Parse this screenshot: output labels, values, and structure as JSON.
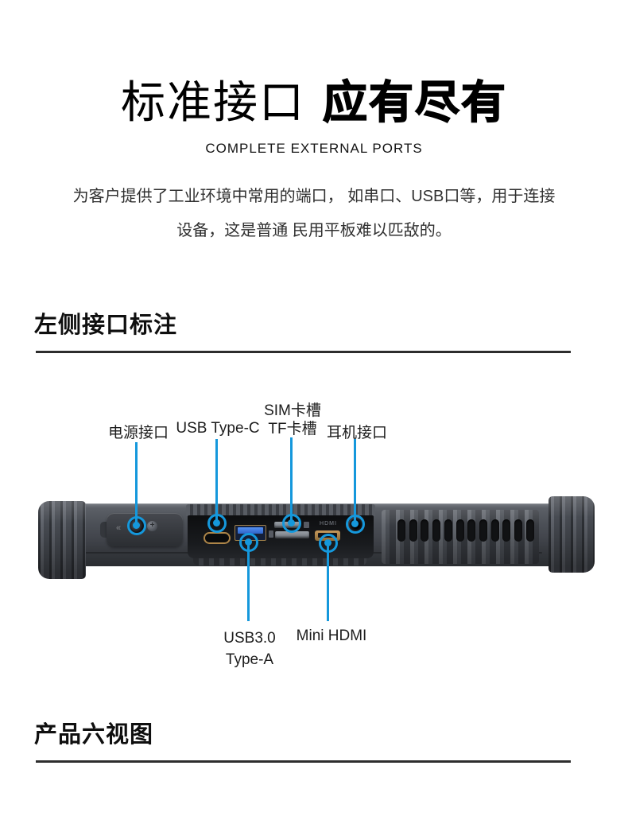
{
  "colors": {
    "accent": "#1598dc",
    "divider": "#2d2d2d",
    "heading_text": "#0f0f0f"
  },
  "hero": {
    "title_light": "标准接口",
    "title_bold": "应有尽有",
    "subtitle": "COMPLETE EXTERNAL PORTS",
    "description_lines": [
      "为客户提供了工业环境中常用的端口， 如串口、USB口等，用于连接",
      "设备，这是普通 民用平板难以匹敌的。"
    ]
  },
  "sections": {
    "left_ports_heading": "左侧接口标注",
    "six_views_heading": "产品六视图"
  },
  "diagram": {
    "labels": {
      "power": "电源接口",
      "typec": "USB Type-C",
      "sim_line1": "SIM卡槽",
      "sim_line2": "TF卡槽",
      "headphone": "耳机接口",
      "usb3_line1": "USB3.0",
      "usb3_line2": "Type-A",
      "hdmi": "Mini HDMI"
    }
  },
  "device": {
    "print_hdmi": "HDMI"
  }
}
